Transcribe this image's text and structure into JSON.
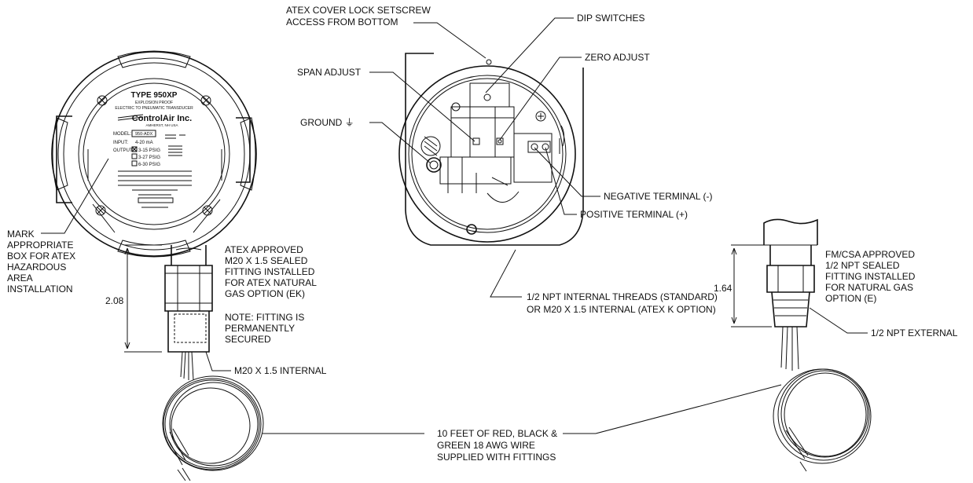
{
  "diagram": {
    "callouts": {
      "atex_cover": [
        "ATEX COVER LOCK SETSCREW",
        "ACCESS FROM BOTTOM"
      ],
      "dip_switches": "DIP SWITCHES",
      "zero_adjust": "ZERO ADJUST",
      "span_adjust": "SPAN ADJUST",
      "ground": "GROUND ⏚",
      "negative_terminal": "NEGATIVE TERMINAL (-)",
      "positive_terminal": "POSITIVE TERMINAL (+)",
      "mark_box": [
        "MARK",
        "APPROPRIATE",
        "BOX FOR ATEX",
        "HAZARDOUS",
        "AREA",
        "INSTALLATION"
      ],
      "atex_fitting": [
        "ATEX APPROVED",
        "M20 X 1.5 SEALED",
        "FITTING INSTALLED",
        "FOR ATEX NATURAL",
        "GAS OPTION (EK)"
      ],
      "fitting_note": [
        "NOTE: FITTING IS",
        "PERMANENTLY",
        "SECURED"
      ],
      "m20_internal": "M20 X 1.5 INTERNAL",
      "npt_internal": [
        "1/2 NPT INTERNAL THREADS (STANDARD)",
        "OR M20 X 1.5 INTERNAL (ATEX K OPTION)"
      ],
      "fm_csa_fitting": [
        "FM/CSA APPROVED",
        "1/2 NPT SEALED",
        "FITTING INSTALLED",
        "FOR NATURAL GAS",
        "OPTION (E)"
      ],
      "npt_external": "1/2 NPT EXTERNAL",
      "wire": [
        "10 FEET OF RED, BLACK &",
        "GREEN 18 AWG WIRE",
        "SUPPLIED WITH FITTINGS"
      ]
    },
    "dimensions": {
      "left_fitting": "2.08",
      "right_fitting": "1.64"
    },
    "nameplate": {
      "type": "TYPE 950XP",
      "line1": "EXPLOSION PROOF",
      "line2": "ELECTRIC TO PNEUMATIC TRANSDUCER",
      "brand": "ControlAir Inc.",
      "location": "AMHERST, NH USA",
      "model_label": "MODEL:",
      "model_value": "950-ADX",
      "input_label": "INPUT:",
      "input_value": "4-20 mA",
      "output_label": "OUTPUT:",
      "out1": "3-15 PSIG",
      "out2": "3-27 PSIG",
      "out3": "6-30 PSIG"
    }
  }
}
